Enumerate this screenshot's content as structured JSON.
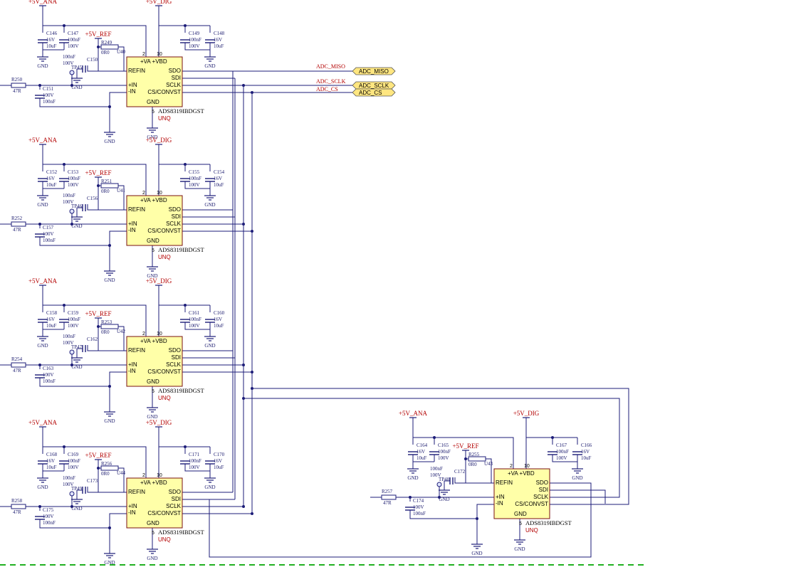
{
  "colors": {
    "wire": "#1c1c78",
    "body_fill": "#ffffa8",
    "body_stroke": "#7a1010",
    "power_text": "#b30000",
    "flag_fill": "#ffe680",
    "border_dash": "#21b121"
  },
  "common": {
    "pwr_ana": "+5V_ANA",
    "pwr_dig": "+5V_DIG",
    "pwr_ref": "+5V_REF",
    "gnd": "GND",
    "part_number": "ADS8319IBDGST",
    "unq": "UNQ",
    "pins": {
      "va_vbd": "+VA +VBD",
      "refin": "REFIN",
      "plus_in": "+IN",
      "minus_in": "-IN",
      "gnd": "GND",
      "sdo": "SDO",
      "sdi": "SDI",
      "sclk": "SCLK",
      "cs": "CS/CONVST"
    },
    "pin_numbers": {
      "va": "2",
      "vbd": "10",
      "gnd": "5"
    },
    "r_in_value": "47R",
    "r_ref_value": "0R0",
    "cap_bulk": [
      "16V",
      "10uF"
    ],
    "cap_100n": [
      "100nF",
      "100V"
    ],
    "cap_ref": [
      "100nF",
      "100V"
    ],
    "cap_in": [
      "100V",
      "100nF"
    ]
  },
  "nets": {
    "miso": "ADC_MISO",
    "sclk": "ADC_SCLK",
    "cs": "ADC_CS"
  },
  "channels": [
    {
      "id": "U40",
      "r_in": "R250",
      "r_ref": "R249",
      "tp": "TP45",
      "c_bulk_a": "C146",
      "c_100n_a": "C147",
      "c_ref": "C150",
      "c_100n_d": "C149",
      "c_bulk_d": "C148",
      "c_in": "C151"
    },
    {
      "id": "U41",
      "r_in": "R252",
      "r_ref": "R251",
      "tp": "TP46",
      "c_bulk_a": "C152",
      "c_100n_a": "C153",
      "c_ref": "C156",
      "c_100n_d": "C155",
      "c_bulk_d": "C154",
      "c_in": "C157"
    },
    {
      "id": "U42",
      "r_in": "R254",
      "r_ref": "R253",
      "tp": "TP47",
      "c_bulk_a": "C158",
      "c_100n_a": "C159",
      "c_ref": "C162",
      "c_100n_d": "C161",
      "c_bulk_d": "C160",
      "c_in": "C163"
    },
    {
      "id": "U44",
      "r_in": "R258",
      "r_ref": "R256",
      "tp": "TP49",
      "c_bulk_a": "C168",
      "c_100n_a": "C169",
      "c_ref": "C173",
      "c_100n_d": "C171",
      "c_bulk_d": "C170",
      "c_in": "C175"
    },
    {
      "id": "U43",
      "r_in": "R257",
      "r_ref": "R255",
      "tp": "TP48",
      "c_bulk_a": "C164",
      "c_100n_a": "C165",
      "c_ref": "C172",
      "c_100n_d": "C167",
      "c_bulk_d": "C166",
      "c_in": "C174"
    }
  ]
}
